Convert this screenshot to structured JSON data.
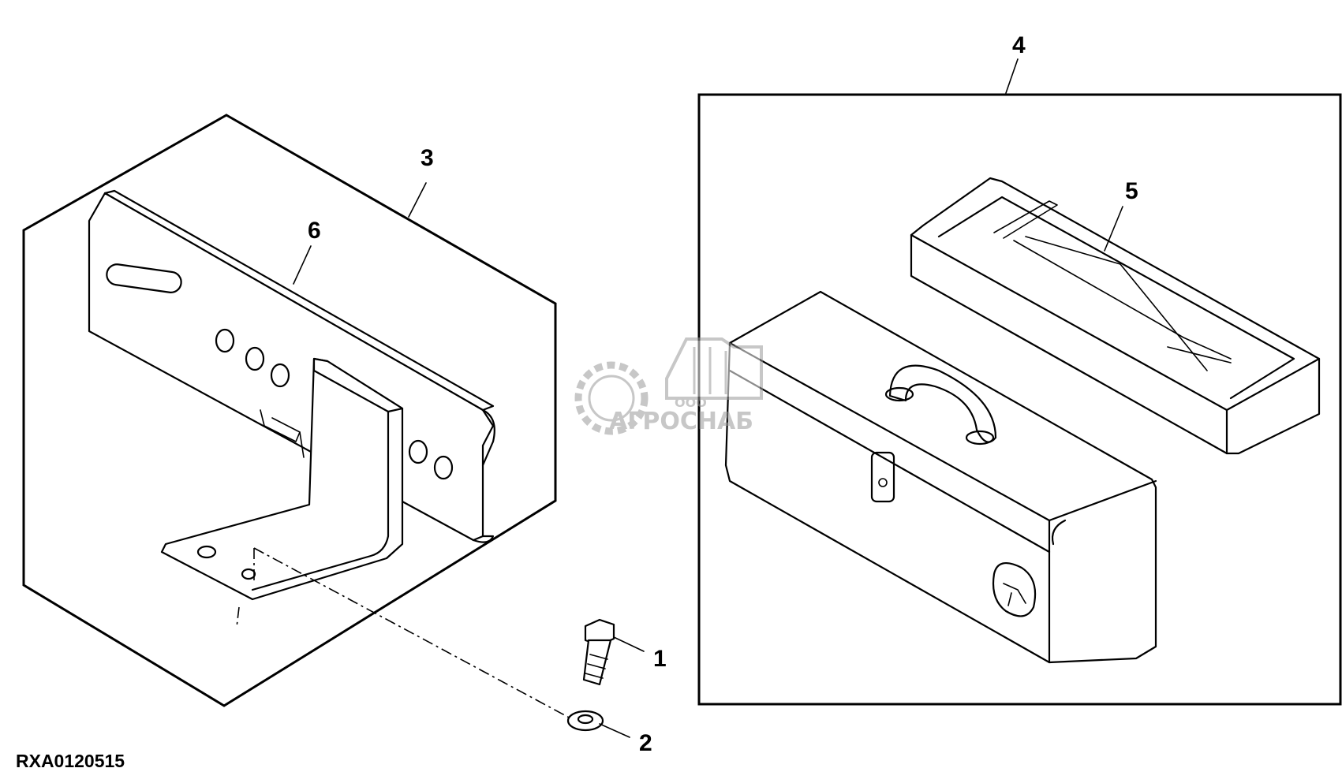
{
  "figure_id": "RXA0120515",
  "callouts": [
    {
      "id": "callout-1",
      "label": "1"
    },
    {
      "id": "callout-2",
      "label": "2"
    },
    {
      "id": "callout-3",
      "label": "3"
    },
    {
      "id": "callout-4",
      "label": "4"
    },
    {
      "id": "callout-5",
      "label": "5"
    },
    {
      "id": "callout-6",
      "label": "6"
    }
  ],
  "watermark": {
    "line1": "ООО",
    "line2": "АГРОСНАБ",
    "color": "#9a9a9a"
  },
  "colors": {
    "line": "#000000",
    "background": "#ffffff"
  }
}
